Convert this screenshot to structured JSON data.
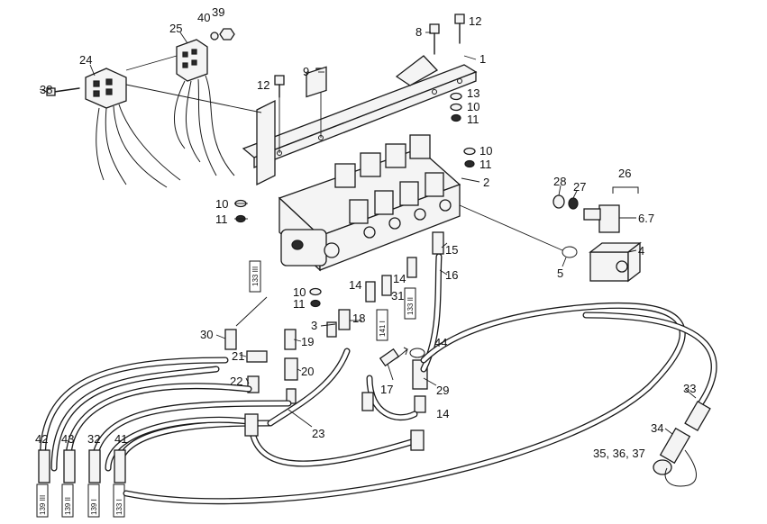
{
  "callouts": [
    {
      "id": "c1",
      "text": "1"
    },
    {
      "id": "c2",
      "text": "2"
    },
    {
      "id": "c3",
      "text": "3"
    },
    {
      "id": "c4",
      "text": "4"
    },
    {
      "id": "c5",
      "text": "5"
    },
    {
      "id": "c67",
      "text": "6.7"
    },
    {
      "id": "c8",
      "text": "8"
    },
    {
      "id": "c9",
      "text": "9"
    },
    {
      "id": "c10a",
      "text": "10"
    },
    {
      "id": "c10b",
      "text": "10"
    },
    {
      "id": "c10c",
      "text": "10"
    },
    {
      "id": "c10d",
      "text": "10"
    },
    {
      "id": "c11a",
      "text": "11"
    },
    {
      "id": "c11b",
      "text": "11"
    },
    {
      "id": "c11c",
      "text": "11"
    },
    {
      "id": "c11d",
      "text": "11"
    },
    {
      "id": "c12a",
      "text": "12"
    },
    {
      "id": "c12b",
      "text": "12"
    },
    {
      "id": "c13",
      "text": "13"
    },
    {
      "id": "c14a",
      "text": "14"
    },
    {
      "id": "c14b",
      "text": "14"
    },
    {
      "id": "c14c",
      "text": "14"
    },
    {
      "id": "c15",
      "text": "15"
    },
    {
      "id": "c16",
      "text": "16"
    },
    {
      "id": "c17",
      "text": "17"
    },
    {
      "id": "c18",
      "text": "18"
    },
    {
      "id": "c19",
      "text": "19"
    },
    {
      "id": "c20",
      "text": "20"
    },
    {
      "id": "c21",
      "text": "21"
    },
    {
      "id": "c22",
      "text": "22"
    },
    {
      "id": "c23",
      "text": "23"
    },
    {
      "id": "c24",
      "text": "24"
    },
    {
      "id": "c25",
      "text": "25"
    },
    {
      "id": "c26",
      "text": "26"
    },
    {
      "id": "c27",
      "text": "27"
    },
    {
      "id": "c28",
      "text": "28"
    },
    {
      "id": "c29",
      "text": "29"
    },
    {
      "id": "c30",
      "text": "30"
    },
    {
      "id": "c31",
      "text": "31"
    },
    {
      "id": "c32",
      "text": "32"
    },
    {
      "id": "c33",
      "text": "33"
    },
    {
      "id": "c34",
      "text": "34"
    },
    {
      "id": "c353637",
      "text": "35, 36, 37"
    },
    {
      "id": "c38",
      "text": "38"
    },
    {
      "id": "c39",
      "text": "39"
    },
    {
      "id": "c40",
      "text": "40"
    },
    {
      "id": "c41",
      "text": "41"
    },
    {
      "id": "c42",
      "text": "42"
    },
    {
      "id": "c43",
      "text": "43"
    },
    {
      "id": "c44",
      "text": "44"
    }
  ],
  "hose_tags": [
    {
      "id": "t1",
      "text": "133 III"
    },
    {
      "id": "t2",
      "text": "133 II"
    },
    {
      "id": "t3",
      "text": "141 I"
    },
    {
      "id": "t4",
      "text": "139 III"
    },
    {
      "id": "t5",
      "text": "139 II"
    },
    {
      "id": "t6",
      "text": "139 I"
    },
    {
      "id": "t7",
      "text": "133 I"
    }
  ]
}
